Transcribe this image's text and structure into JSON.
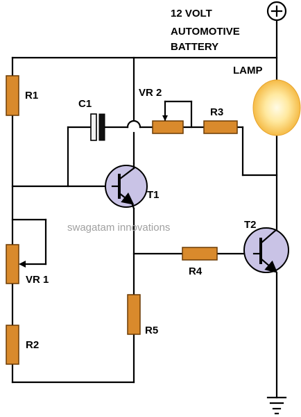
{
  "battery": {
    "line1": "12 VOLT",
    "line2": "AUTOMOTIVE",
    "line3": "BATTERY",
    "terminal_symbol": "+"
  },
  "lamp_label": "LAMP",
  "watermark": "swagatam innovations",
  "components": {
    "r1": "R1",
    "c1": "C1",
    "vr2": "VR 2",
    "r3": "R3",
    "t1": "T1",
    "t2": "T2",
    "vr1": "VR 1",
    "r4": "R4",
    "r5": "R5",
    "r2": "R2"
  },
  "colors": {
    "resistor": "#d98a2c",
    "transistor": "#c9c3e6",
    "lamp": "#f7c84a",
    "wire": "#000000"
  },
  "icons": {
    "battery_terminal": "plus-circle-icon",
    "ground": "ground-icon",
    "lamp": "lamp-bulb-icon"
  }
}
